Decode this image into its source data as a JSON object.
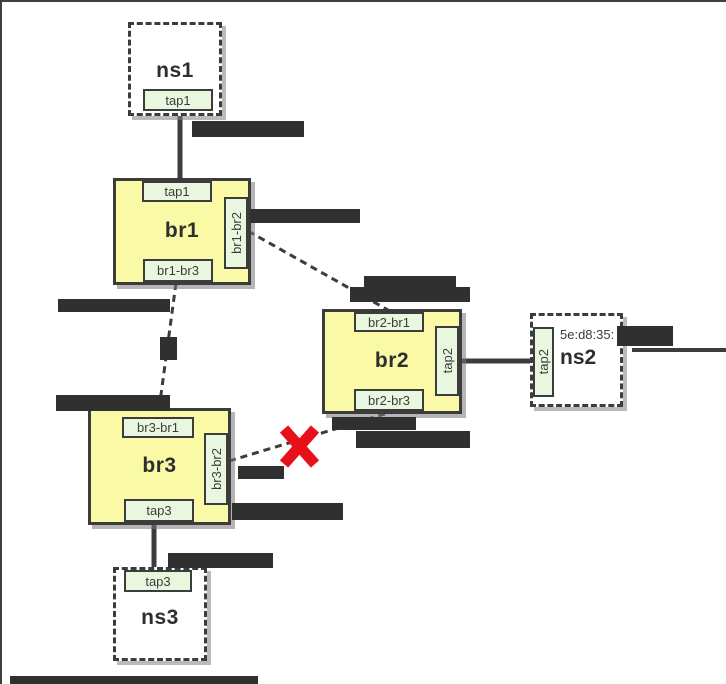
{
  "diagram_title": "linux-bridge-network-topology",
  "colors": {
    "bridge_fill": "#fafaa6",
    "port_fill": "#e9f7df",
    "namespace_fill": "#ffffff",
    "border": "#3c3c3c",
    "redacted_label": "#303030",
    "blocked_cross": "#e8111b",
    "wire": "#3c3c3c"
  },
  "nodes": {
    "ns1": {
      "label": "ns1",
      "tap": "tap1"
    },
    "ns2": {
      "label": "ns2",
      "tap": "tap2",
      "mac_prefix": "5e:d8:35:"
    },
    "ns3": {
      "label": "ns3",
      "tap": "tap3"
    },
    "br1": {
      "label": "br1",
      "port_top": "tap1",
      "port_right": "br1-br2",
      "port_bottom": "br1-br3"
    },
    "br2": {
      "label": "br2",
      "port_top": "br2-br1",
      "port_right": "tap2",
      "port_bottom": "br2-br3"
    },
    "br3": {
      "label": "br3",
      "port_top": "br3-br1",
      "port_right": "br3-br2",
      "port_bottom": "tap3"
    }
  }
}
